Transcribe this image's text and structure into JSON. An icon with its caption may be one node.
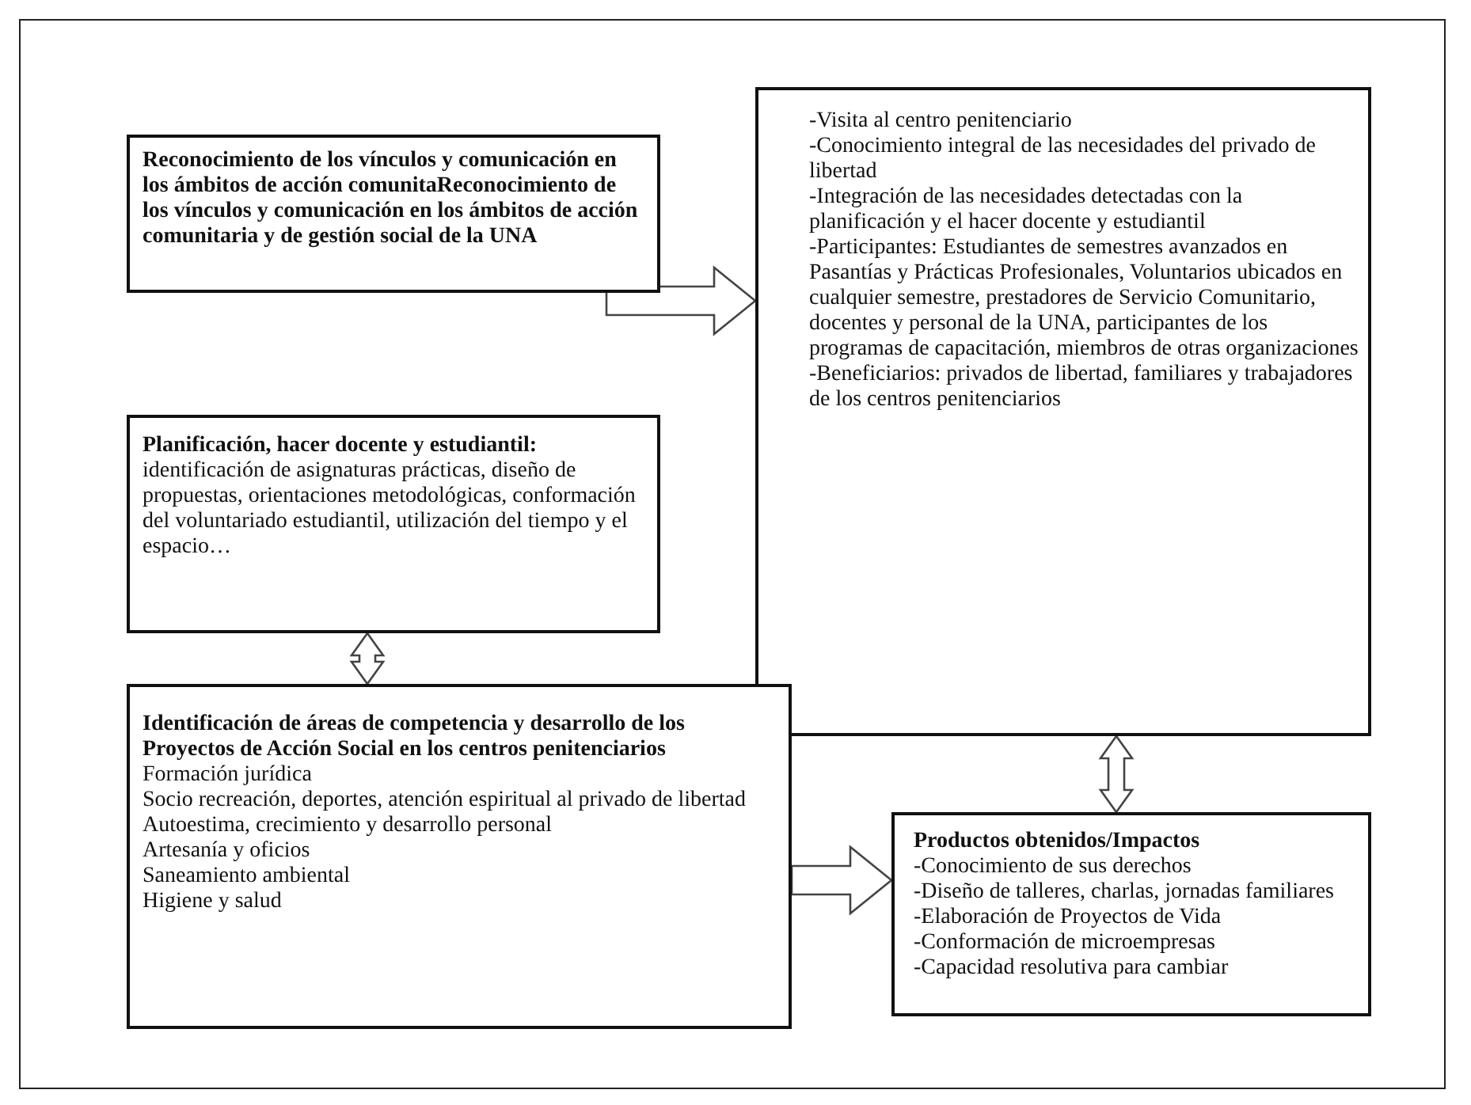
{
  "diagram": {
    "nodes": [
      {
        "text": [
          "Reconocimiento de los vínculos y comunicación en los ámbitos de acción comunitaReconocimiento de los vínculos y comunicación en los ámbitos de acción comunitaria y de gestión social de la UNA"
        ]
      },
      {
        "text": [
          "-Visita al centro penitenciario",
          "-Conocimiento integral de las necesidades del privado de libertad",
          "-Integración de las necesidades detectadas con la planificación  y el hacer docente y estudiantil",
          "-Participantes: Estudiantes de semestres avanzados en Pasantías y Prácticas Profesionales, Voluntarios ubicados en cualquier semestre, prestadores de Servicio Comunitario, docentes y personal de la UNA, participantes de los programas de capacitación, miembros de otras organizaciones",
          "-Beneficiarios: privados de libertad, familiares y trabajadores de los centros penitenciarios"
        ]
      },
      {
        "text": [
          "Planificación, hacer docente y estudiantil:",
          "identificación de asignaturas prácticas, diseño de propuestas, orientaciones metodológicas, conformación del voluntariado estudiantil, utilización del tiempo y el espacio…"
        ]
      },
      {
        "text": [
          "Identificación de áreas  de competencia y desarrollo de los  Proyectos de Acción Social en los centros penitenciarios",
          "Formación jurídica",
          "Socio recreación, deportes, atención espiritual al privado de libertad",
          "Autoestima, crecimiento y desarrollo personal",
          "Artesanía  y oficios",
          "Saneamiento ambiental",
          "Higiene y salud"
        ]
      },
      {
        "text": [
          "Productos obtenidos/Impactos",
          "-Conocimiento de sus derechos",
          "-Diseño de talleres, charlas, jornadas familiares",
          "-Elaboración de Proyectos de Vida",
          "-Conformación de microempresas",
          "-Capacidad resolutiva para cambiar"
        ]
      }
    ],
    "edges": [
      {
        "from": null,
        "to": 1,
        "arrow": "to"
      },
      {
        "from": 2,
        "to": 3,
        "arrow": "both"
      },
      {
        "from": 1,
        "to": 4,
        "arrow": "both"
      },
      {
        "from": 3,
        "to": 4,
        "arrow": "to"
      }
    ]
  }
}
